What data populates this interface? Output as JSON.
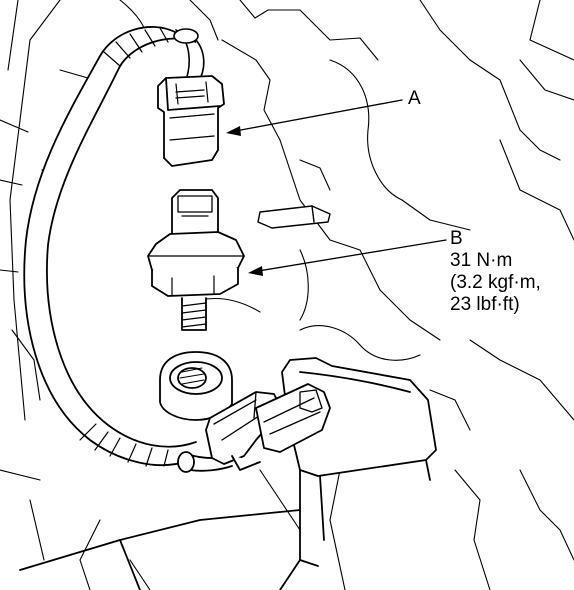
{
  "callouts": {
    "a": {
      "letter": "A"
    },
    "b": {
      "letter": "B",
      "torque_nm": "31 N·m",
      "torque_kgf": "(3.2 kgf·m,",
      "torque_lbf": "23 lbf·ft)"
    }
  },
  "colors": {
    "line": "#000000",
    "background": "#ffffff"
  },
  "icons": {
    "part_a": "connector-icon",
    "part_b": "sensor-icon"
  }
}
